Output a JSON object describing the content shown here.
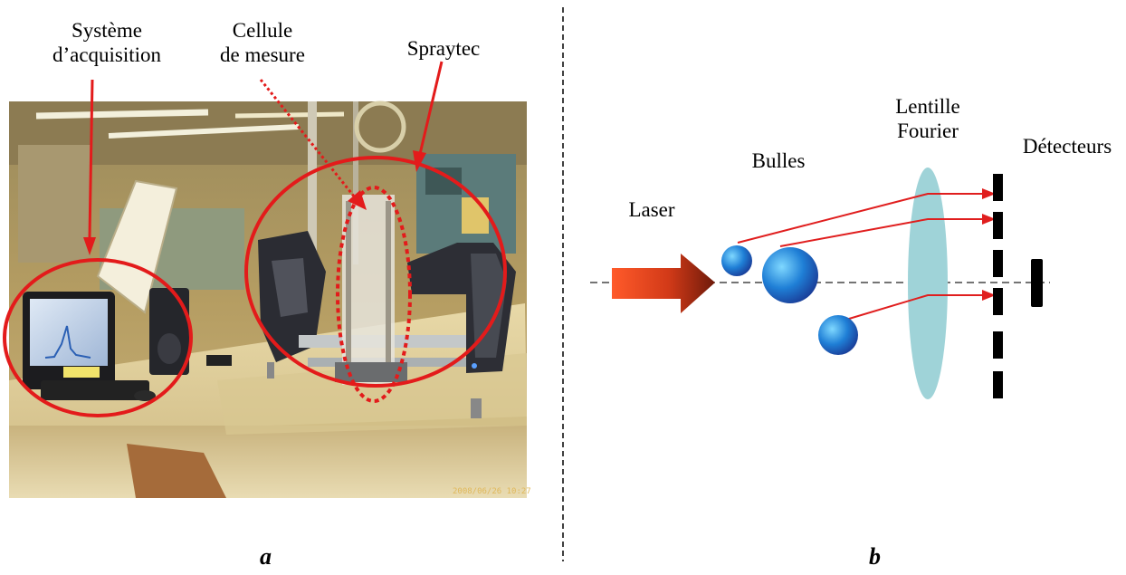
{
  "panel_a": {
    "letter": "a",
    "labels": {
      "acquisition_line1": "Système",
      "acquisition_line2": "d’acquisition",
      "cell_line1": "Cellule",
      "cell_line2": "de mesure",
      "spraytec": "Spraytec"
    },
    "photo_timestamp": "2008/06/26 10:27",
    "colors": {
      "annotation": "#e31b1b"
    }
  },
  "panel_b": {
    "letter": "b",
    "labels": {
      "laser": "Laser",
      "bubbles": "Bulles",
      "lens_line1": "Lentille",
      "lens_line2": "Fourier",
      "detectors": "Détecteurs"
    },
    "colors": {
      "beam": "#e01e1e",
      "bubble": "#1f7fd6",
      "lens": "#9fd3d8",
      "laser_arrow": "#c43016"
    }
  }
}
